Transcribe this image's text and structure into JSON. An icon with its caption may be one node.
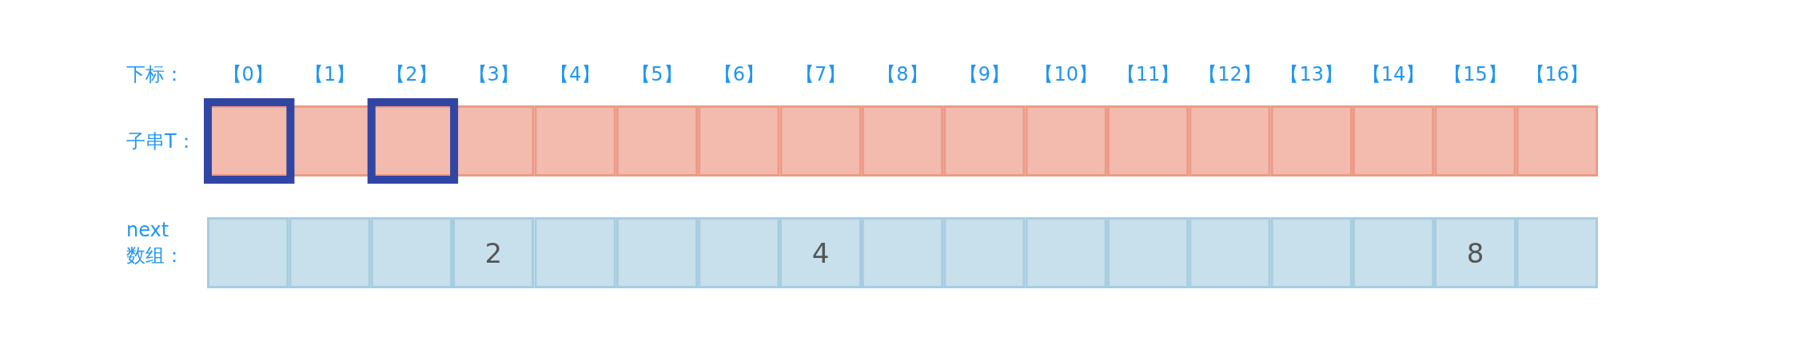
{
  "diagram": {
    "nodes": [
      {
        "text": [],
        "shape": "box"
      },
      {
        "text": [],
        "shape": "box"
      },
      {
        "text": [],
        "shape": "box"
      },
      {
        "text": [],
        "shape": "box"
      },
      {
        "text": [],
        "shape": "box"
      },
      {
        "text": [],
        "shape": "box"
      },
      {
        "text": [],
        "shape": "box"
      },
      {
        "text": [],
        "shape": "box"
      },
      {
        "text": [],
        "shape": "box"
      },
      {
        "text": [],
        "shape": "box"
      },
      {
        "text": [],
        "shape": "box"
      },
      {
        "text": [],
        "shape": "box"
      },
      {
        "text": [],
        "shape": "box"
      },
      {
        "text": [],
        "shape": "box"
      },
      {
        "text": [],
        "shape": "box"
      },
      {
        "text": [],
        "shape": "box"
      },
      {
        "text": [],
        "shape": "box"
      },
      {
        "text": [],
        "shape": "box"
      },
      {
        "text": [],
        "shape": "box"
      },
      {
        "text": [],
        "shape": "box"
      },
      {
        "text": [
          "2"
        ]
      },
      {
        "text": [],
        "shape": "box"
      },
      {
        "text": [],
        "shape": "box"
      },
      {
        "text": [],
        "shape": "box"
      },
      {
        "text": [
          "4"
        ]
      },
      {
        "text": [],
        "shape": "box"
      },
      {
        "text": [],
        "shape": "box"
      },
      {
        "text": [],
        "shape": "box"
      },
      {
        "text": [],
        "shape": "box"
      },
      {
        "text": [],
        "shape": "box"
      },
      {
        "text": [],
        "shape": "box"
      },
      {
        "text": [],
        "shape": "box"
      },
      {
        "text": [
          "8"
        ]
      },
      {
        "text": [],
        "shape": "box"
      }
    ],
    "labels": [
      "下标：",
      "【0】",
      "【1】",
      "【2】",
      "【3】",
      "【4】",
      "【5】",
      "【6】",
      "【7】",
      "【8】",
      "【9】",
      "【10】",
      "【11】",
      "【12】",
      "【13】",
      "【14】",
      "【15】",
      "【16】",
      "子串T：",
      "next 数组："
    ]
  }
}
